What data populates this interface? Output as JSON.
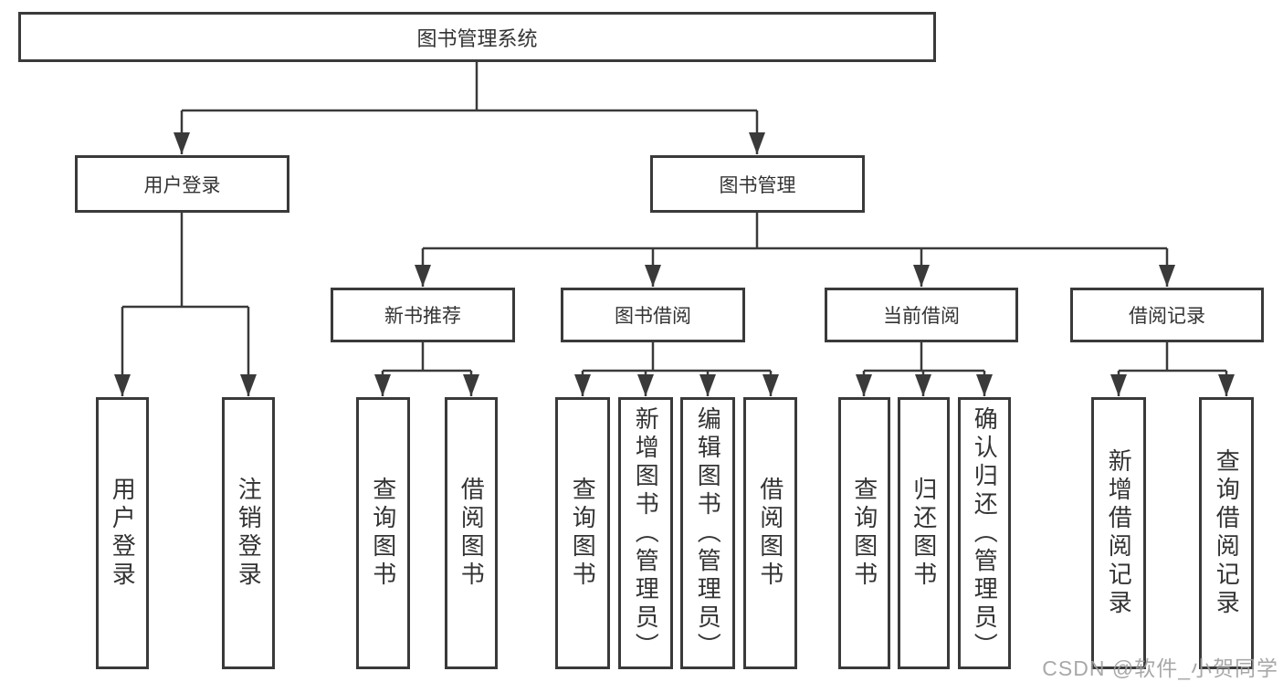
{
  "tree": {
    "label": "图书管理系统",
    "children": [
      {
        "label": "用户登录",
        "children": [
          {
            "label": "用户登录"
          },
          {
            "label": "注销登录"
          }
        ]
      },
      {
        "label": "图书管理",
        "children": [
          {
            "label": "新书推荐",
            "children": [
              {
                "label": "查询图书"
              },
              {
                "label": "借阅图书"
              }
            ]
          },
          {
            "label": "图书借阅",
            "children": [
              {
                "label": "查询图书"
              },
              {
                "label": "新增图书（管理员）"
              },
              {
                "label": "编辑图书（管理员）"
              },
              {
                "label": "借阅图书"
              }
            ]
          },
          {
            "label": "当前借阅",
            "children": [
              {
                "label": "查询图书"
              },
              {
                "label": "归还图书"
              },
              {
                "label": "确认归还（管理员）"
              }
            ]
          },
          {
            "label": "借阅记录",
            "children": [
              {
                "label": "新增借阅记录"
              },
              {
                "label": "查询借阅记录"
              }
            ]
          }
        ]
      }
    ]
  },
  "watermark": {
    "text": "CSDN @软件_小贺同学"
  },
  "colors": {
    "line": "#3a3a3a",
    "box_border": "#3a3a3a",
    "box_background": "#ffffff",
    "text": "#333333",
    "watermark": "#9e9e9e",
    "background": "#ffffff"
  }
}
